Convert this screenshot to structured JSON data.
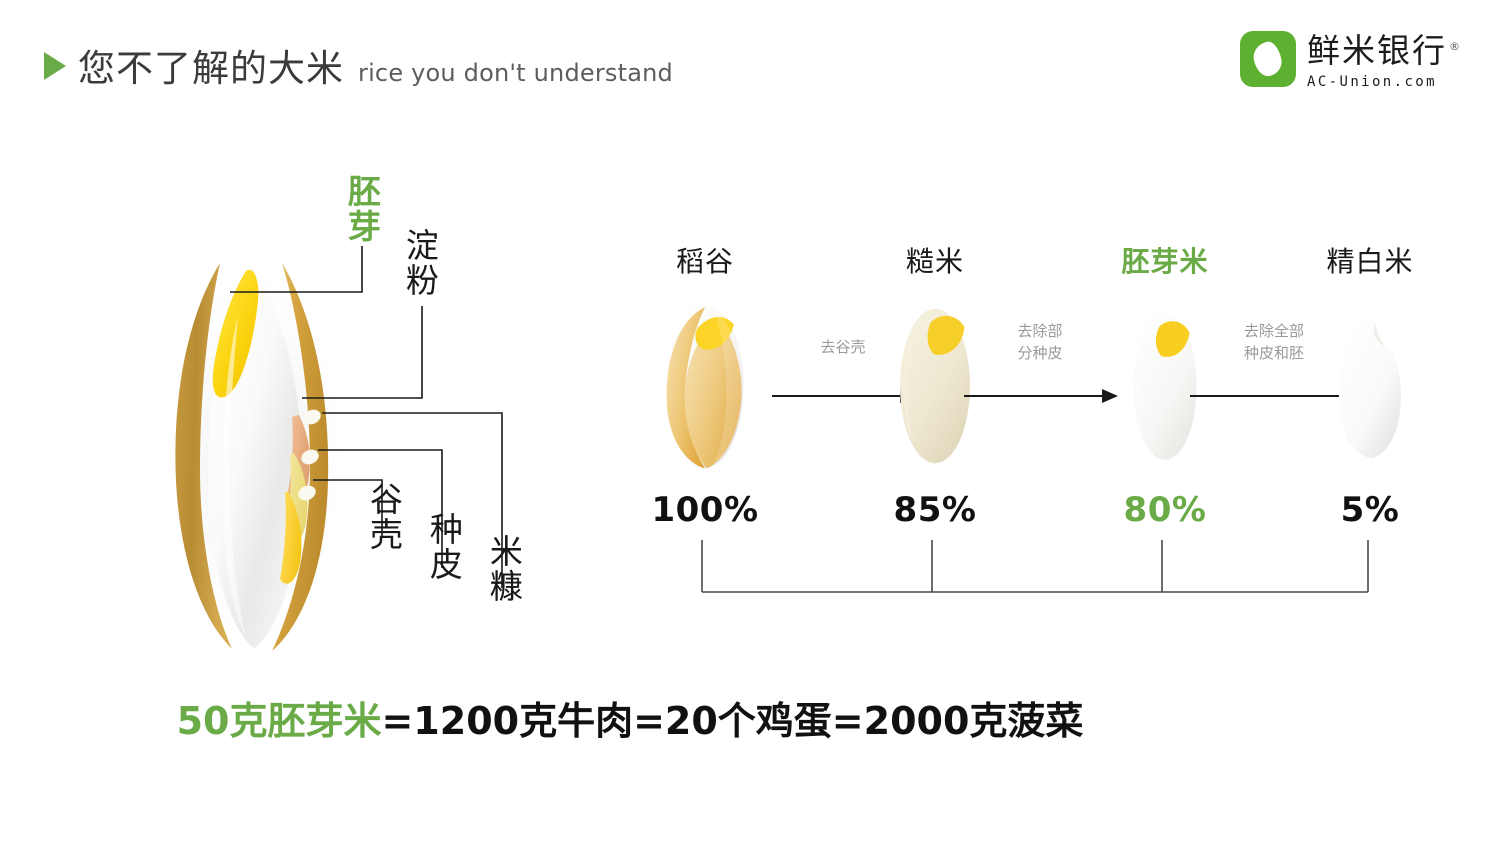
{
  "header": {
    "title_cn": "您不了解的大米",
    "title_en": "rice you don't understand",
    "triangle_icon": "play-triangle-icon",
    "accent_color": "#6aab47"
  },
  "logo": {
    "mark_icon": "rice-grain-logo-icon",
    "brand_cn": "鲜米银行",
    "registered_mark": "®",
    "domain": "AC-Union.com",
    "mark_color": "#5eb130"
  },
  "anatomy": {
    "figure_icon": "rice-grain-cross-section-icon",
    "labels": [
      {
        "text": "胚芽",
        "color": "#6aab47",
        "name": "label-germ"
      },
      {
        "text": "淀粉",
        "color": "#1a1a1a",
        "name": "label-starch"
      },
      {
        "text": "谷壳",
        "color": "#1a1a1a",
        "name": "label-husk"
      },
      {
        "text": "种皮",
        "color": "#1a1a1a",
        "name": "label-seed-coat"
      },
      {
        "text": "米糠",
        "color": "#1a1a1a",
        "name": "label-rice-bran"
      }
    ]
  },
  "flow": {
    "stages": [
      {
        "name": "稻谷",
        "percent": "100%",
        "highlight": false,
        "grain_icon": "paddy-grain-icon"
      },
      {
        "name": "糙米",
        "percent": "85%",
        "highlight": false,
        "grain_icon": "brown-rice-grain-icon"
      },
      {
        "name": "胚芽米",
        "percent": "80%",
        "highlight": true,
        "grain_icon": "germ-rice-grain-icon"
      },
      {
        "name": "精白米",
        "percent": "5%",
        "highlight": false,
        "grain_icon": "white-rice-grain-icon"
      }
    ],
    "arrows": [
      {
        "label": "去谷壳",
        "name": "arrow-remove-husk"
      },
      {
        "label": "去除部\n分种皮",
        "name": "arrow-remove-partial-seed-coat"
      },
      {
        "label": "去除全部\n种皮和胚",
        "name": "arrow-remove-all-seed-coat-and-germ"
      }
    ]
  },
  "equation": {
    "highlight": "50克胚芽米",
    "rest": "=1200克牛肉=20个鸡蛋=2000克菠菜",
    "highlight_color": "#6aab47"
  }
}
